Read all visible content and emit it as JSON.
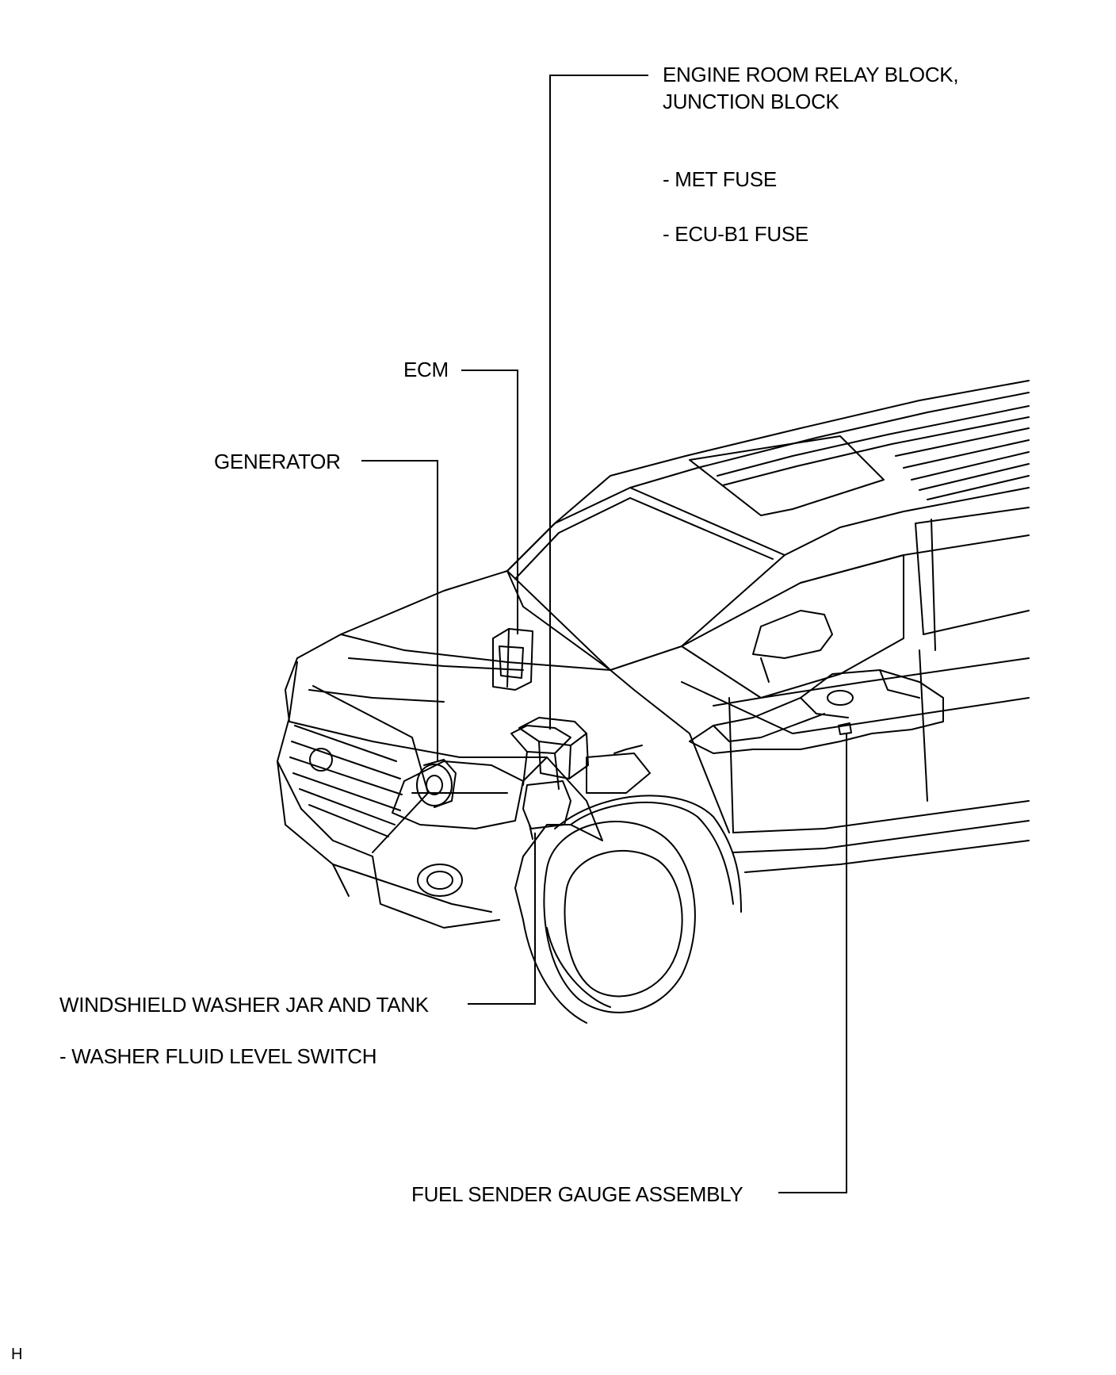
{
  "labels": {
    "engine_room_relay_block": "ENGINE ROOM RELAY BLOCK,",
    "junction_block": "JUNCTION BLOCK",
    "met_fuse": "- MET FUSE",
    "ecu_b1_fuse": "- ECU-B1 FUSE",
    "ecm": "ECM",
    "generator": "GENERATOR",
    "windshield_washer": "WINDSHIELD WASHER JAR AND TANK",
    "washer_fluid_level_switch": "- WASHER FLUID LEVEL SWITCH",
    "fuel_sender_gauge": "FUEL SENDER GAUGE ASSEMBLY"
  },
  "corner_mark": "H"
}
